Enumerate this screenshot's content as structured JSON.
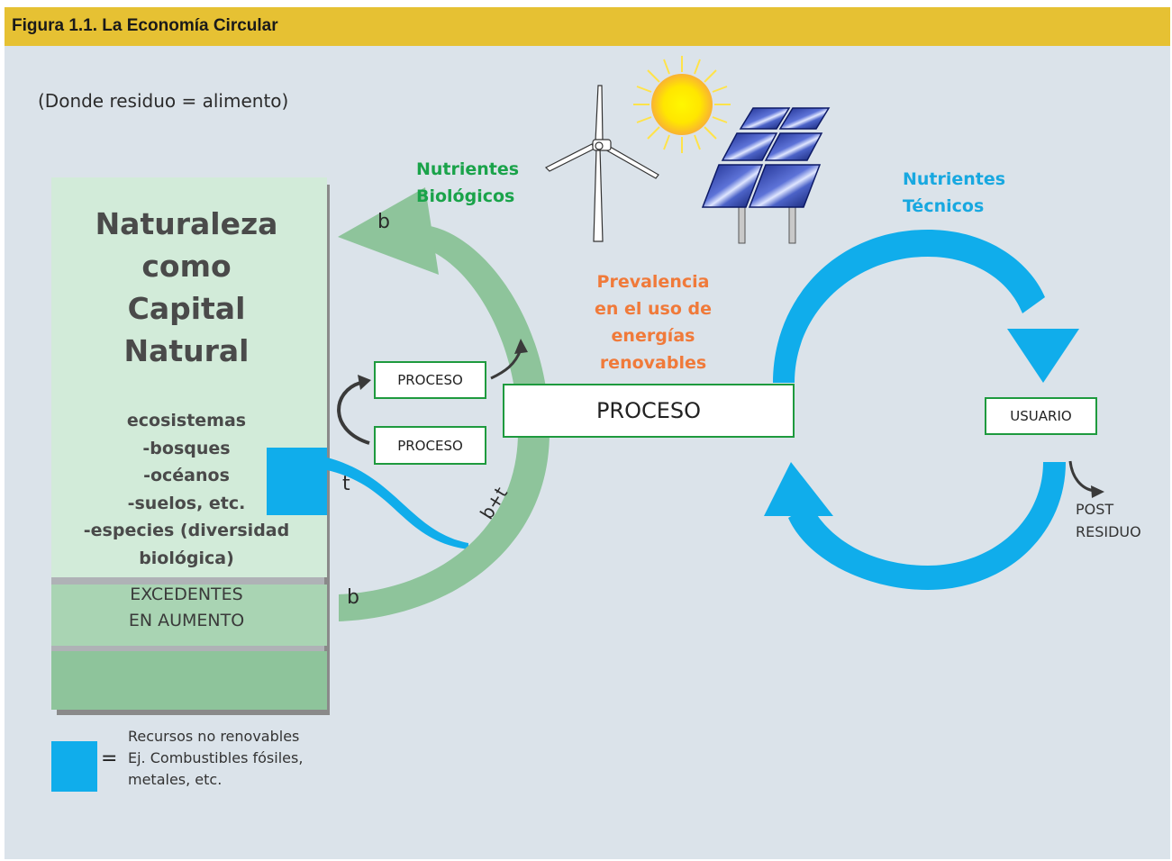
{
  "header": {
    "title": "Figura 1.1. La Economía Circular"
  },
  "subtitle": "(Donde residuo = alimento)",
  "nature": {
    "title_lines": [
      "Naturaleza",
      "como",
      "Capital",
      "Natural"
    ],
    "ecosystems_lines": [
      "ecosistemas",
      "-bosques",
      "-océanos",
      "-suelos, etc.",
      "-especies (diversidad",
      "biológica)"
    ],
    "surplus_lines": [
      "EXCEDENTES",
      "EN AUMENTO"
    ]
  },
  "biological_nutrients": {
    "lines": [
      "Nutrientes",
      "Biológicos"
    ]
  },
  "technical_nutrients": {
    "lines": [
      "Nutrientes",
      "Técnicos"
    ]
  },
  "renewables": {
    "lines": [
      "Prevalencia",
      "en el uso de",
      "energías",
      "renovables"
    ]
  },
  "process_small_1": "PROCESO",
  "process_small_2": "PROCESO",
  "process_main": "PROCESO",
  "user": "USUARIO",
  "post_residue": {
    "lines": [
      "POST",
      "RESIDUO"
    ]
  },
  "flow_labels": {
    "b_top": "b",
    "t": "t",
    "b_bottom": "b",
    "b_plus_t": "b+t"
  },
  "legend": {
    "symbol": "=",
    "lines": [
      "Recursos no renovables",
      "Ej. Combustibles fósiles,",
      "metales, etc."
    ]
  },
  "colors": {
    "header": "#e6c133",
    "background": "#dbe3ea",
    "nature_light": "#d2ebd9",
    "nature_mid": "#a9d4b3",
    "nature_dark": "#8ec49b",
    "bio_arrow": "#8ec49b",
    "tech_arrow": "#10adeb",
    "nonrenewable": "#10adeb",
    "bio_label": "#1aa34a",
    "renew_label": "#f07a3a"
  }
}
